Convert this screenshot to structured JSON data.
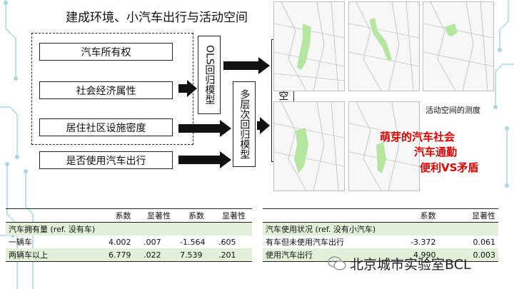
{
  "title": "建成环境、小汽车出行与活动空间",
  "inputs": [
    "汽车所有权",
    "社会经济属性",
    "居住社区设施密度",
    "是否使用汽车出行"
  ],
  "models": {
    "ols": "OLS回归模型",
    "multilevel": "多层次回归模型",
    "activity_space": "活动空间范围"
  },
  "map_caption": "活动空间的测度",
  "highlights": [
    "萌芽的汽车社会",
    "汽车通勤",
    "便利VS矛盾"
  ],
  "highlight_color": "#e00000",
  "left_table": {
    "headers": [
      "",
      "系数",
      "显著性",
      "系数",
      "显著性"
    ],
    "section": "汽车拥有量 (ref. 没有车)",
    "rows": [
      [
        "一辆车",
        "4.002",
        ".007",
        "-1.564",
        ".605"
      ],
      [
        "两辆车以上",
        "6.779",
        ".022",
        "7.539",
        ".201"
      ]
    ]
  },
  "right_table": {
    "headers": [
      "",
      "系数",
      "显著性"
    ],
    "section": "汽车使用状况 (ref. 没有小汽车)",
    "rows": [
      [
        "有车但未使用汽车出行",
        "-3.372",
        "0.061"
      ],
      [
        "使用汽车出行",
        "4.990",
        "0.003"
      ]
    ]
  },
  "watermark": "北京城市实验室BCL",
  "accent_green": "#b4e6a0",
  "row_green": "#e2efd9"
}
